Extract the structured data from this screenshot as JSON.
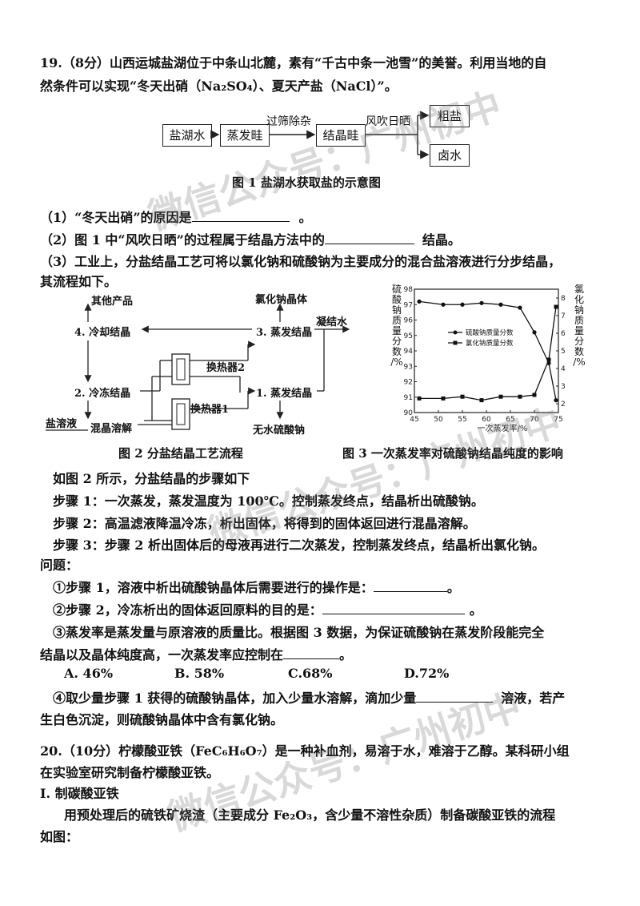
{
  "q19": {
    "head": "19.（8分）山西运城盐湖位于中条山北麓，素有“千古中条一池雪”的美誉。利用当地的自",
    "head2": "然条件可以实现“冬天出硝（Na₂SO₄）、夏天产盐（NaCl）”。",
    "fig1": {
      "box1": "盐湖水",
      "box2": "蒸发畦",
      "arrow1": "过筛除杂",
      "box3": "结晶畦",
      "arrow2": "风吹日晒",
      "box4": "粗盐",
      "box5": "卤水",
      "caption": "图 1  盐湖水获取盐的示意图"
    },
    "p1": "（1）“冬天出硝”的原因是",
    "p1_end": "。",
    "p2": "（2）图 1 中“风吹日晒”的过程属于结晶方法中的",
    "p2_end": "结晶。",
    "p3": "（3）工业上，分盐结晶工艺可将以氯化钠和硫酸钠为主要成分的混合盐溶液进行分步结晶，",
    "p3b": "其流程如下。",
    "fig2": {
      "other": "其他产品",
      "nacl": "氯化钠晶体",
      "step4": "4. 冷却结晶",
      "step3": "3. 蒸发结晶",
      "condense": "凝结水",
      "hx2": "换热器2",
      "step2": "2. 冷冻结晶",
      "step1": "1. 蒸发结晶",
      "hx1": "换热器1",
      "input": "盐溶液",
      "mix": "混晶溶解",
      "na2so4": "无水硫酸钠",
      "caption": "图 2  分盐结晶工艺流程"
    },
    "fig3": {
      "ylabel_left": [
        "硫",
        "酸",
        "钠",
        "质",
        "量",
        "分",
        "数",
        "/%"
      ],
      "ylabel_right": [
        "氯",
        "化",
        "钠",
        "质",
        "量",
        "分",
        "数",
        "/%"
      ],
      "xlabel": "一次蒸发率/%",
      "caption": "图 3  一次蒸发率对硫酸钠结晶纯度的影响"
    },
    "s0": "如图 2 所示，分盐结晶的步骤如下",
    "s1": "步骤 1：一次蒸发，蒸发温度为 100℃。控制蒸发终点，结晶析出硫酸钠。",
    "s2": "步骤 2：高温滤液降温冷冻，析出固体，将得到的固体返回进行混晶溶解。",
    "s3": "步骤 3：步骤 2 析出固体后的母液再进行二次蒸发，控制蒸发终点，结晶析出氯化钠。",
    "wenti": "问题：",
    "q1": "①步骤 1，溶液中析出硫酸钠晶体后需要进行的操作是：",
    "q1_end": "。",
    "q2": "②步骤 2，冷冻析出的固体返回原料的目的是：",
    "q2_end": "。",
    "q3": "③蒸发率是蒸发量与原溶液的质量比。根据图 3 数据，为保证硫酸钠在蒸发阶段能完全",
    "q3b": "结晶以及晶体纯度高，一次蒸发率应控制在",
    "q3b_end": "。",
    "optA": "A. 46%",
    "optB": "B. 58%",
    "optC": "C.68%",
    "optD": "D.72%",
    "q4": "④取少量步骤 1 获得的硫酸钠晶体，加入少量水溶解，滴加少量",
    "q4_end": "溶液，若产",
    "q4b": "生白色沉淀，则硫酸钠晶体中含有氯化钠。"
  },
  "q20": {
    "head": "20.（10分）柠檬酸亚铁（FeC₆H₆O₇）是一种补血剂，易溶于水，难溶于乙醇。某科研小组",
    "head2": "在实验室研究制备柠檬酸亚铁。",
    "sec": "I. 制碳酸亚铁",
    "para": "用预处理后的硫铁矿烧渣（主要成分 Fe₂O₃，含少量不溶性杂质）制备碳酸亚铁的流程",
    "para2": "如图："
  },
  "watermarks": {
    "w1": "微信公众号：广州初中",
    "w2": "微信公众号：广州初中",
    "w3": "微信公众号：广州初中"
  },
  "chart_data": {
    "type": "line",
    "xlabel": "一次蒸发率/%",
    "x_ticks": [
      45,
      50,
      55,
      60,
      65,
      70,
      75
    ],
    "y_left_ticks": [
      90,
      91,
      92,
      93,
      94,
      95,
      96,
      97,
      98
    ],
    "y_right_ticks": [
      2,
      3,
      4,
      5,
      6,
      7,
      8
    ],
    "xlim": [
      45,
      75
    ],
    "ylim_left": [
      90,
      98
    ],
    "ylim_right": [
      1.5,
      8.5
    ],
    "series": [
      {
        "name": "硫酸钠质量分数",
        "axis": "left",
        "marker": "circle",
        "x": [
          46,
          51,
          55,
          59,
          63,
          67,
          70,
          73,
          74.5
        ],
        "y": [
          97.2,
          97.0,
          97.0,
          97.1,
          97.0,
          96.8,
          95.2,
          93.2,
          90.8
        ]
      },
      {
        "name": "氯化钠质量分数",
        "axis": "right",
        "marker": "square",
        "x": [
          46,
          51,
          55,
          59,
          63,
          67,
          70,
          73,
          74.5
        ],
        "y": [
          2.3,
          2.3,
          2.4,
          2.2,
          2.4,
          2.4,
          2.5,
          4.5,
          7.5
        ]
      }
    ]
  }
}
